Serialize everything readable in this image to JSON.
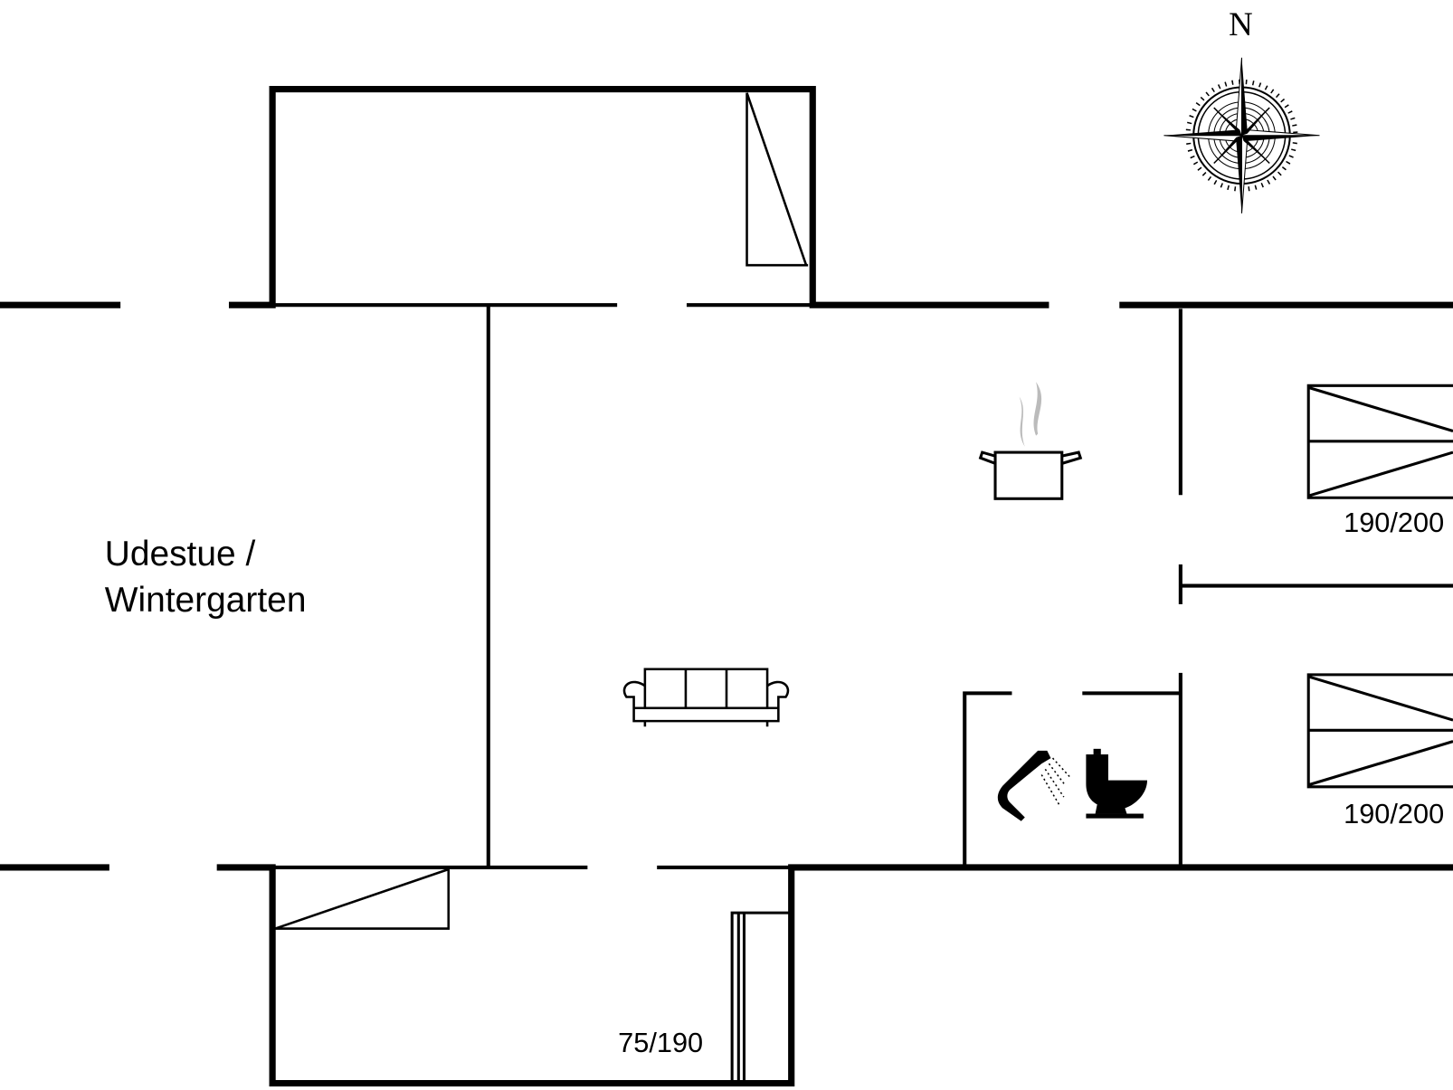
{
  "compass": {
    "north_label": "N"
  },
  "rooms": {
    "sunroom_line1": "Udestue /",
    "sunroom_line2": "Wintergarten"
  },
  "beds": [
    {
      "size_label": "190/200"
    },
    {
      "size_label": "190/200"
    },
    {
      "size_label": "75/190"
    }
  ],
  "icons": [
    "compass-rose-icon",
    "cooking-pot-icon",
    "sofa-icon",
    "shower-icon",
    "toilet-icon"
  ]
}
